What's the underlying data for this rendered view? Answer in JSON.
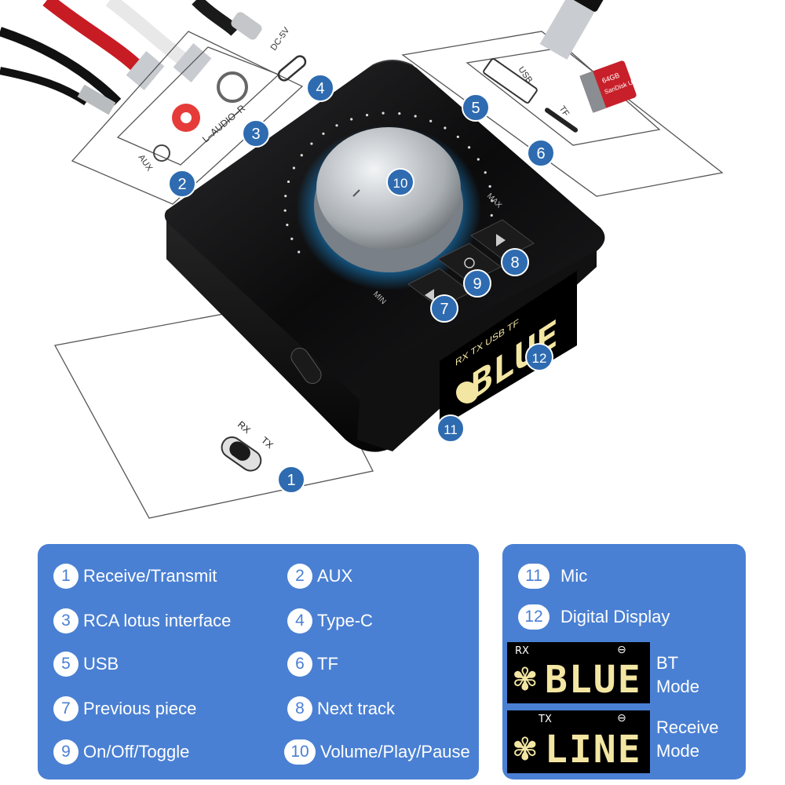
{
  "device": {
    "callouts": [
      "1",
      "2",
      "3",
      "4",
      "5",
      "6",
      "7",
      "8",
      "9",
      "10",
      "11",
      "12"
    ],
    "port_labels": {
      "aux": "AUX",
      "audio": "L–AUDIO–R",
      "dc": "DC-5V",
      "usb": "USB",
      "tf": "TF",
      "rx": "RX",
      "tx": "TX",
      "min": "MIN",
      "max": "MAX"
    },
    "display": {
      "indicators": "RX TX USB TF",
      "word": "BLUE"
    },
    "sd_card": {
      "brand": "SanDisk Ultra",
      "size": "64GB"
    }
  },
  "legend": {
    "items": [
      {
        "num": "1",
        "label": "Receive/Transmit"
      },
      {
        "num": "2",
        "label": "AUX"
      },
      {
        "num": "3",
        "label": "RCA lotus interface"
      },
      {
        "num": "4",
        "label": "Type-C"
      },
      {
        "num": "5",
        "label": "USB"
      },
      {
        "num": "6",
        "label": "TF"
      },
      {
        "num": "7",
        "label": "Previous piece"
      },
      {
        "num": "8",
        "label": "Next track"
      },
      {
        "num": "9",
        "label": "On/Off/Toggle"
      },
      {
        "num": "10",
        "label": "Volume/Play/Pause"
      }
    ],
    "extra": [
      {
        "num": "11",
        "label": "Mic"
      },
      {
        "num": "12",
        "label": "Digital Display"
      }
    ],
    "modes": [
      {
        "tag": "RX",
        "word": "BLUE",
        "label_line1": "BT",
        "label_line2": "Mode"
      },
      {
        "tag": "TX",
        "word": "LINE",
        "label_line1": "Receive",
        "label_line2": "Mode"
      }
    ]
  },
  "colors": {
    "panel": "#4a80d3",
    "callout": "#2e6bb0",
    "lcd_text": "#f3e6a2",
    "knob_glow": "#1ea4ff"
  }
}
